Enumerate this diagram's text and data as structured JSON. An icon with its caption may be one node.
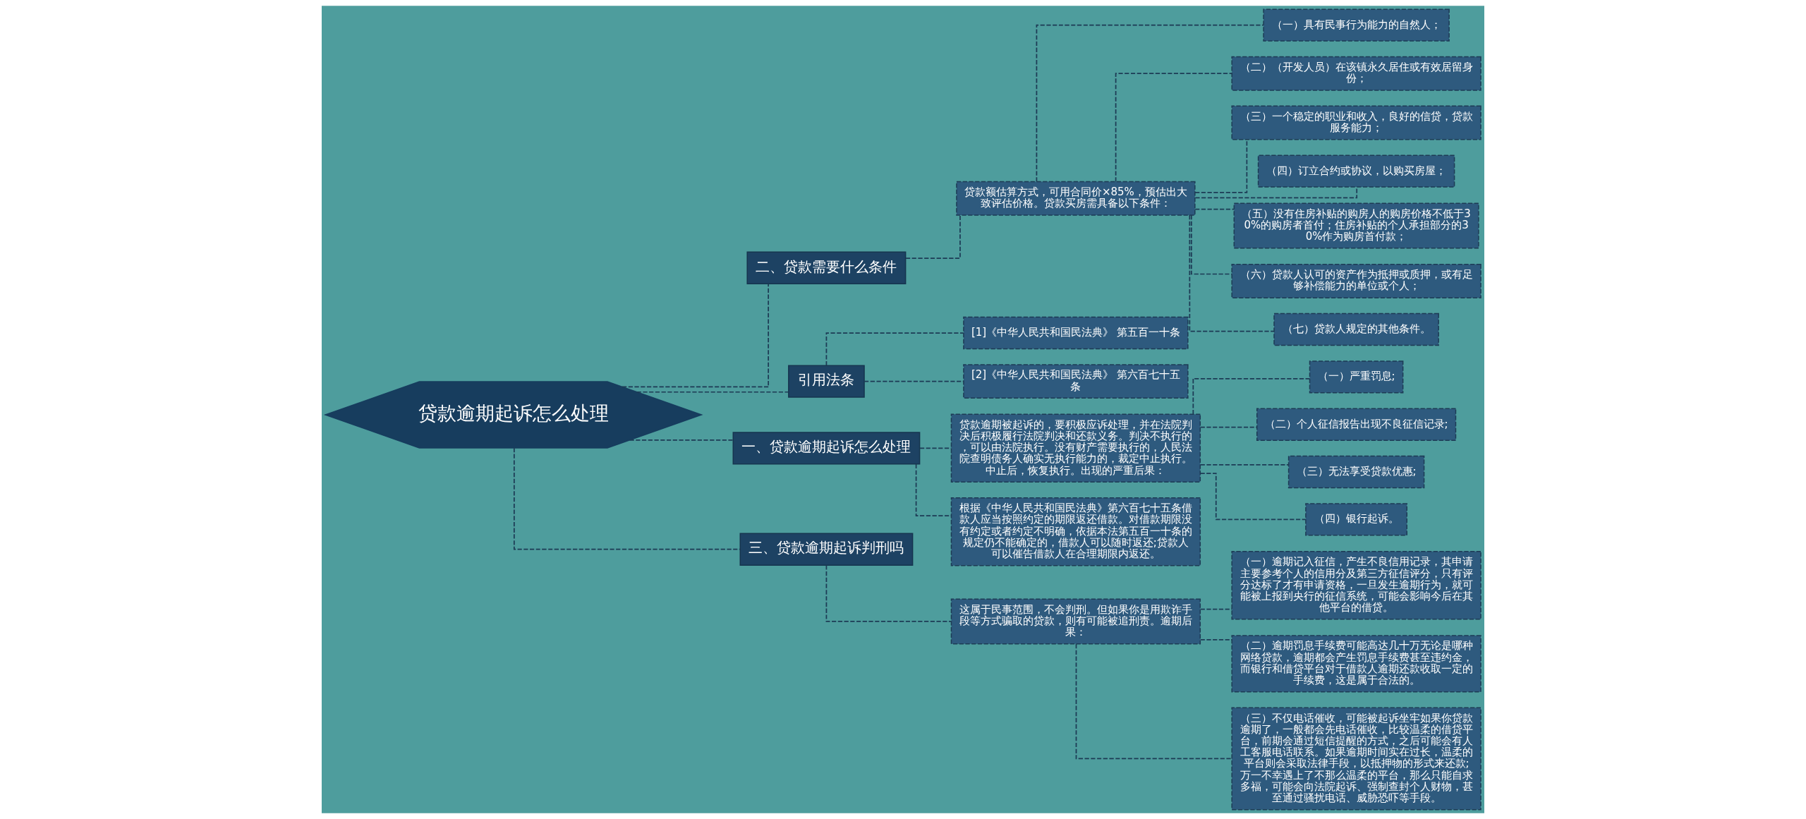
{
  "diagram": {
    "nodes": [
      {
        "text": [
          "贷款逾期起诉怎么处理"
        ]
      },
      {
        "text": [
          "二、贷款需要什么条件"
        ]
      },
      {
        "text": [
          "贷款额估算方式，可用合同价×85%，预估出大致评估价格。贷款买房需具备以下条件："
        ]
      },
      {
        "text": [
          "（一）具有民事行为能力的自然人；"
        ]
      },
      {
        "text": [
          "（二）（开发人员）在该镇永久居住或有效居留身份；"
        ]
      },
      {
        "text": [
          "（三）一个稳定的职业和收入，良好的信贷，贷款服务能力；"
        ]
      },
      {
        "text": [
          "（四）订立合约或协议，以购买房屋；"
        ]
      },
      {
        "text": [
          "（五）没有住房补贴的购房人的购房价格不低于30%的购房者首付；住房补贴的个人承担部分的30%作为购房首付款；"
        ]
      },
      {
        "text": [
          "（六）贷款人认可的资产作为抵押或质押，或有足够补偿能力的单位或个人；"
        ]
      },
      {
        "text": [
          "（七）贷款人规定的其他条件。"
        ]
      },
      {
        "text": [
          "引用法条"
        ]
      },
      {
        "text": [
          "[1]《中华人民共和国民法典》 第五百一十条"
        ]
      },
      {
        "text": [
          "[2]《中华人民共和国民法典》 第六百七十五条"
        ]
      },
      {
        "text": [
          "一、贷款逾期起诉怎么处理"
        ]
      },
      {
        "text": [
          "贷款逾期被起诉的，要积极应诉处理，并在法院判决后积极履行法院判决和还款义务。判决不执行的，可以由法院执行。没有财产需要执行的，人民法院查明债务人确实无执行能力的，裁定中止执行。中止后，恢复执行。出现的严重后果："
        ]
      },
      {
        "text": [
          "（一）严重罚息;"
        ]
      },
      {
        "text": [
          "（二）个人征信报告出现不良征信记录;"
        ]
      },
      {
        "text": [
          "（三）无法享受贷款优惠;"
        ]
      },
      {
        "text": [
          "（四）银行起诉。"
        ]
      },
      {
        "text": [
          "根据《中华人民共和国民法典》第六百七十五条借款人应当按照约定的期限返还借款。对借款期限没有约定或者约定不明确，依据本法第五百一十条的规定仍不能确定的，借款人可以随时返还;贷款人可以催告借款人在合理期限内返还。"
        ]
      },
      {
        "text": [
          "三、贷款逾期起诉判刑吗"
        ]
      },
      {
        "text": [
          "这属于民事范围，不会判刑。但如果你是用欺诈手段等方式骗取的贷款，则有可能被追刑责。逾期后果："
        ]
      },
      {
        "text": [
          "（一）逾期记入征信，产生不良信用记录，其申请主要参考个人的信用分及第三方征信评分，只有评分达标了才有申请资格，一旦发生逾期行为，就可能被上报到央行的征信系统，可能会影响今后在其他平台的借贷。"
        ]
      },
      {
        "text": [
          "（二）逾期罚息手续费可能高达几十万无论是哪种网络贷款，逾期都会产生罚息手续费甚至违约金，而银行和借贷平台对于借款人逾期还款收取一定的手续费，这是属于合法的。"
        ]
      },
      {
        "text": [
          "（三）不仅电话催收，可能被起诉坐牢如果你贷款逾期了，一般都会先电话催收，比较温柔的借贷平台，前期会通过短信提醒的方式，之后可能会有人工客服电话联系。如果逾期时间实在过长，温柔的平台则会采取法律手段，以抵押物的形式来还款;万一不幸遇上了不那么温柔的平台，那么只能自求多福，可能会向法院起诉、强制查封个人财物，甚至通过骚扰电话、威胁恐吓等手段。"
        ]
      }
    ],
    "edges": [
      {
        "from": 0,
        "to": 1,
        "arrow": "none",
        "style": "dashed"
      },
      {
        "from": 1,
        "to": 2,
        "arrow": "none",
        "style": "dashed"
      },
      {
        "from": 2,
        "to": 3,
        "arrow": "none",
        "style": "dashed"
      },
      {
        "from": 2,
        "to": 4,
        "arrow": "none",
        "style": "dashed"
      },
      {
        "from": 2,
        "to": 5,
        "arrow": "none",
        "style": "dashed"
      },
      {
        "from": 2,
        "to": 6,
        "arrow": "none",
        "style": "dashed"
      },
      {
        "from": 2,
        "to": 7,
        "arrow": "none",
        "style": "dashed"
      },
      {
        "from": 2,
        "to": 8,
        "arrow": "none",
        "style": "dashed"
      },
      {
        "from": 2,
        "to": 9,
        "arrow": "none",
        "style": "dashed"
      },
      {
        "from": 0,
        "to": 10,
        "arrow": "none",
        "style": "dashed"
      },
      {
        "from": 10,
        "to": 11,
        "arrow": "none",
        "style": "dashed"
      },
      {
        "from": 10,
        "to": 12,
        "arrow": "none",
        "style": "dashed"
      },
      {
        "from": 0,
        "to": 13,
        "arrow": "none",
        "style": "dashed"
      },
      {
        "from": 13,
        "to": 14,
        "arrow": "none",
        "style": "dashed"
      },
      {
        "from": 14,
        "to": 15,
        "arrow": "none",
        "style": "dashed"
      },
      {
        "from": 14,
        "to": 16,
        "arrow": "none",
        "style": "dashed"
      },
      {
        "from": 14,
        "to": 17,
        "arrow": "none",
        "style": "dashed"
      },
      {
        "from": 14,
        "to": 18,
        "arrow": "none",
        "style": "dashed"
      },
      {
        "from": 13,
        "to": 19,
        "arrow": "none",
        "style": "dashed"
      },
      {
        "from": 0,
        "to": 20,
        "arrow": "none",
        "style": "dashed"
      },
      {
        "from": 20,
        "to": 21,
        "arrow": "none",
        "style": "dashed"
      },
      {
        "from": 21,
        "to": 22,
        "arrow": "none",
        "style": "dashed"
      },
      {
        "from": 21,
        "to": 23,
        "arrow": "none",
        "style": "dashed"
      },
      {
        "from": 21,
        "to": 24,
        "arrow": "none",
        "style": "dashed"
      }
    ]
  }
}
